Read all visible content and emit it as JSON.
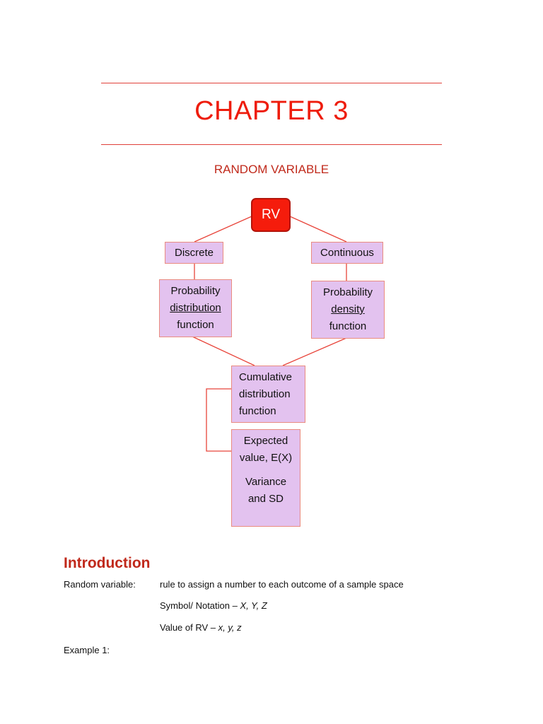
{
  "header": {
    "chapter_title": "CHAPTER 3",
    "section_title": "RANDOM VARIABLE"
  },
  "diagram": {
    "root": "RV",
    "discrete": "Discrete",
    "continuous": "Continuous",
    "pdf_left": {
      "line1": "Probability",
      "line2": "distribution",
      "line3": "function"
    },
    "pdf_right": {
      "line1": "Probability",
      "line2": "density",
      "line3": "function"
    },
    "cdf": {
      "line1": "Cumulative",
      "line2": "distribution",
      "line3": "function"
    },
    "expected": {
      "line1": "Expected",
      "line2": "value, E(X)",
      "line3": "Variance",
      "line4": "and SD"
    }
  },
  "introduction": {
    "heading": "Introduction",
    "term": "Random variable:",
    "definition": "rule to assign a number to each outcome of a sample space",
    "symbol_label": "Symbol/ Notation – ",
    "symbol_value": "X, Y, Z",
    "value_label": "Value of RV – ",
    "value_value": "x, y, z",
    "example": "Example 1:"
  },
  "colors": {
    "accent_red": "#ee1c0c",
    "heading_red": "#c0291b",
    "node_fill": "#e3c2ef",
    "node_border": "#ea8c80"
  }
}
